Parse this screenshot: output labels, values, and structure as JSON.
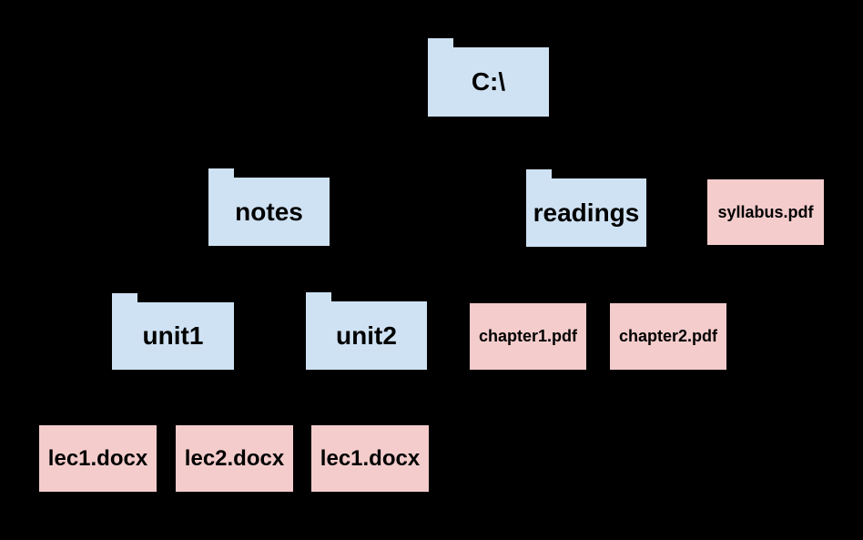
{
  "diagram": {
    "title": "file-system tree",
    "background": "#000000",
    "folder_fill": "#cfe2f3",
    "file_fill": "#f4cccc",
    "label_color": "#000000"
  },
  "tree": {
    "label": "C:\\",
    "type": "folder",
    "children": [
      {
        "label": "notes",
        "type": "folder",
        "children": [
          {
            "label": "unit1",
            "type": "folder",
            "children": [
              {
                "label": "lec1.docx",
                "type": "file"
              },
              {
                "label": "lec2.docx",
                "type": "file"
              }
            ]
          },
          {
            "label": "unit2",
            "type": "folder",
            "children": [
              {
                "label": "lec1.docx",
                "type": "file"
              }
            ]
          }
        ]
      },
      {
        "label": "readings",
        "type": "folder",
        "children": [
          {
            "label": "chapter1.pdf",
            "type": "file"
          },
          {
            "label": "chapter2.pdf",
            "type": "file"
          }
        ]
      },
      {
        "label": "syllabus.pdf",
        "type": "file"
      }
    ]
  }
}
